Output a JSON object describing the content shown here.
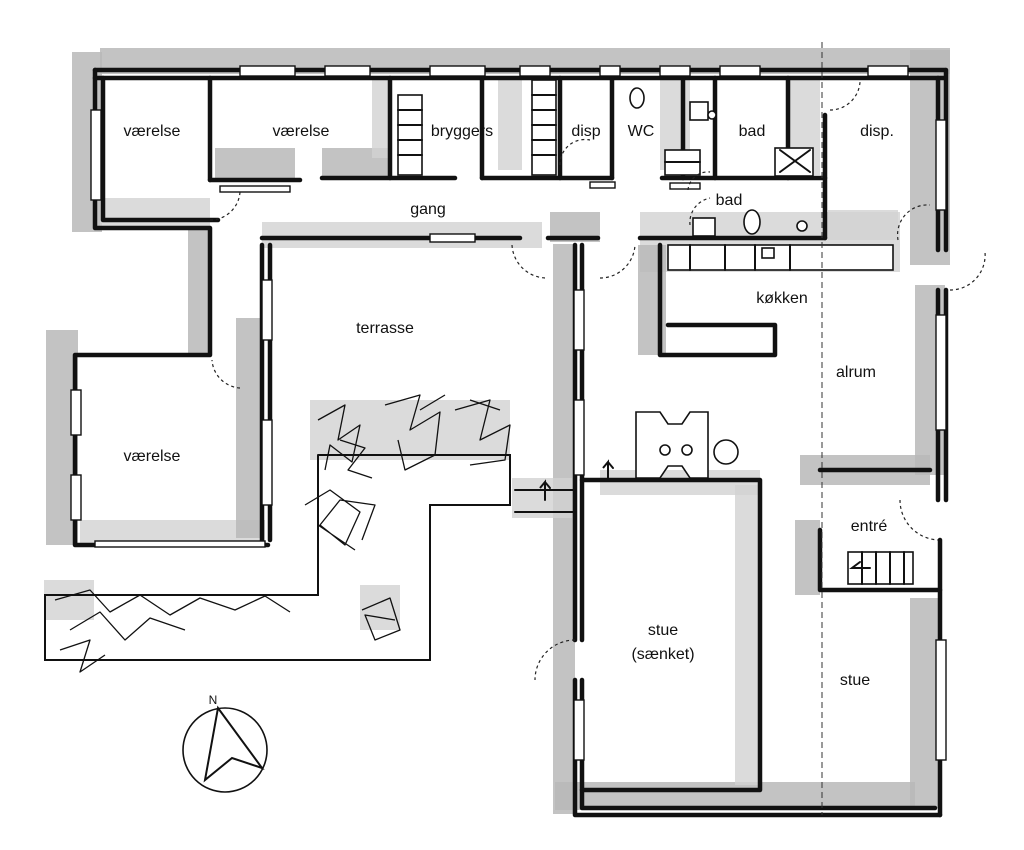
{
  "floor_plan": {
    "rooms": {
      "vaerelse_1": "værelse",
      "vaerelse_2": "værelse",
      "bryggers": "bryggers",
      "disp_1": "disp",
      "wc": "WC",
      "bad_1": "bad",
      "disp_2": "disp.",
      "gang": "gang",
      "bad_2": "bad",
      "terrasse": "terrasse",
      "koekken": "køkken",
      "alrum": "alrum",
      "vaerelse_3": "værelse",
      "entre": "entré",
      "stue_saenket_line1": "stue",
      "stue_saenket_line2": "(sænket)",
      "stue": "stue"
    },
    "compass": {
      "north_label": "N"
    }
  }
}
